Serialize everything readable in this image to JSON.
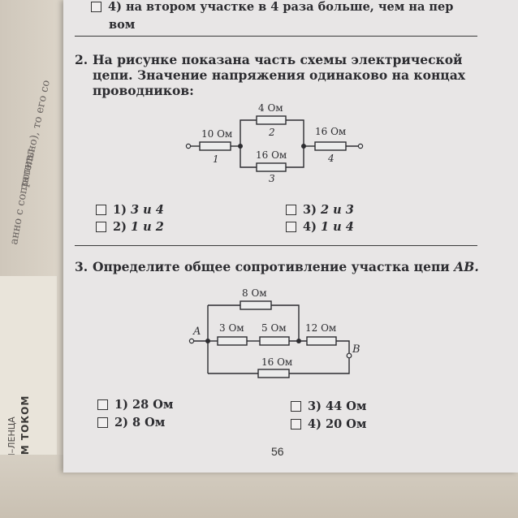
{
  "background": {
    "left_texts": [
      "анно с сопротивл",
      "зательно), то его со"
    ],
    "spine_title": "ЭМ ТОКОМ",
    "spine_sub": "ДЖОУЛЯ–ЛЕНЦА"
  },
  "top_fragment": {
    "line1": "4) на втором участке в 4 раза больше, чем на пер",
    "line2": "вом"
  },
  "q2": {
    "number": "2.",
    "text_lines": [
      "На рисунке показана часть схемы электрической",
      "цепи. Значение напряжения одинаково на концах",
      "проводников:"
    ],
    "circuit": {
      "r1": {
        "value": "10 Ом",
        "index": "1"
      },
      "r2": {
        "value": "4 Ом",
        "index": "2"
      },
      "r3": {
        "value": "16 Ом",
        "index": "3"
      },
      "r4": {
        "value": "16 Ом",
        "index": "4"
      }
    },
    "options": [
      {
        "num": "1)",
        "text": "3 и 4"
      },
      {
        "num": "2)",
        "text": "1 и 2"
      },
      {
        "num": "3)",
        "text": "2 и 3"
      },
      {
        "num": "4)",
        "text": "1 и 4"
      }
    ]
  },
  "q3": {
    "number": "3.",
    "text": "Определите общее сопротивление участка цепи",
    "text_ab": "AB.",
    "circuit": {
      "top": "8 Ом",
      "mid1": "3 Ом",
      "mid2": "5 Ом",
      "mid3": "12 Ом",
      "bottom": "16 Ом",
      "node_a": "A",
      "node_b": "B"
    },
    "options": [
      {
        "num": "1)",
        "text": "28 Ом"
      },
      {
        "num": "2)",
        "text": "8 Ом"
      },
      {
        "num": "3)",
        "text": "44 Ом"
      },
      {
        "num": "4)",
        "text": "20 Ом"
      }
    ]
  },
  "page_number": "56"
}
